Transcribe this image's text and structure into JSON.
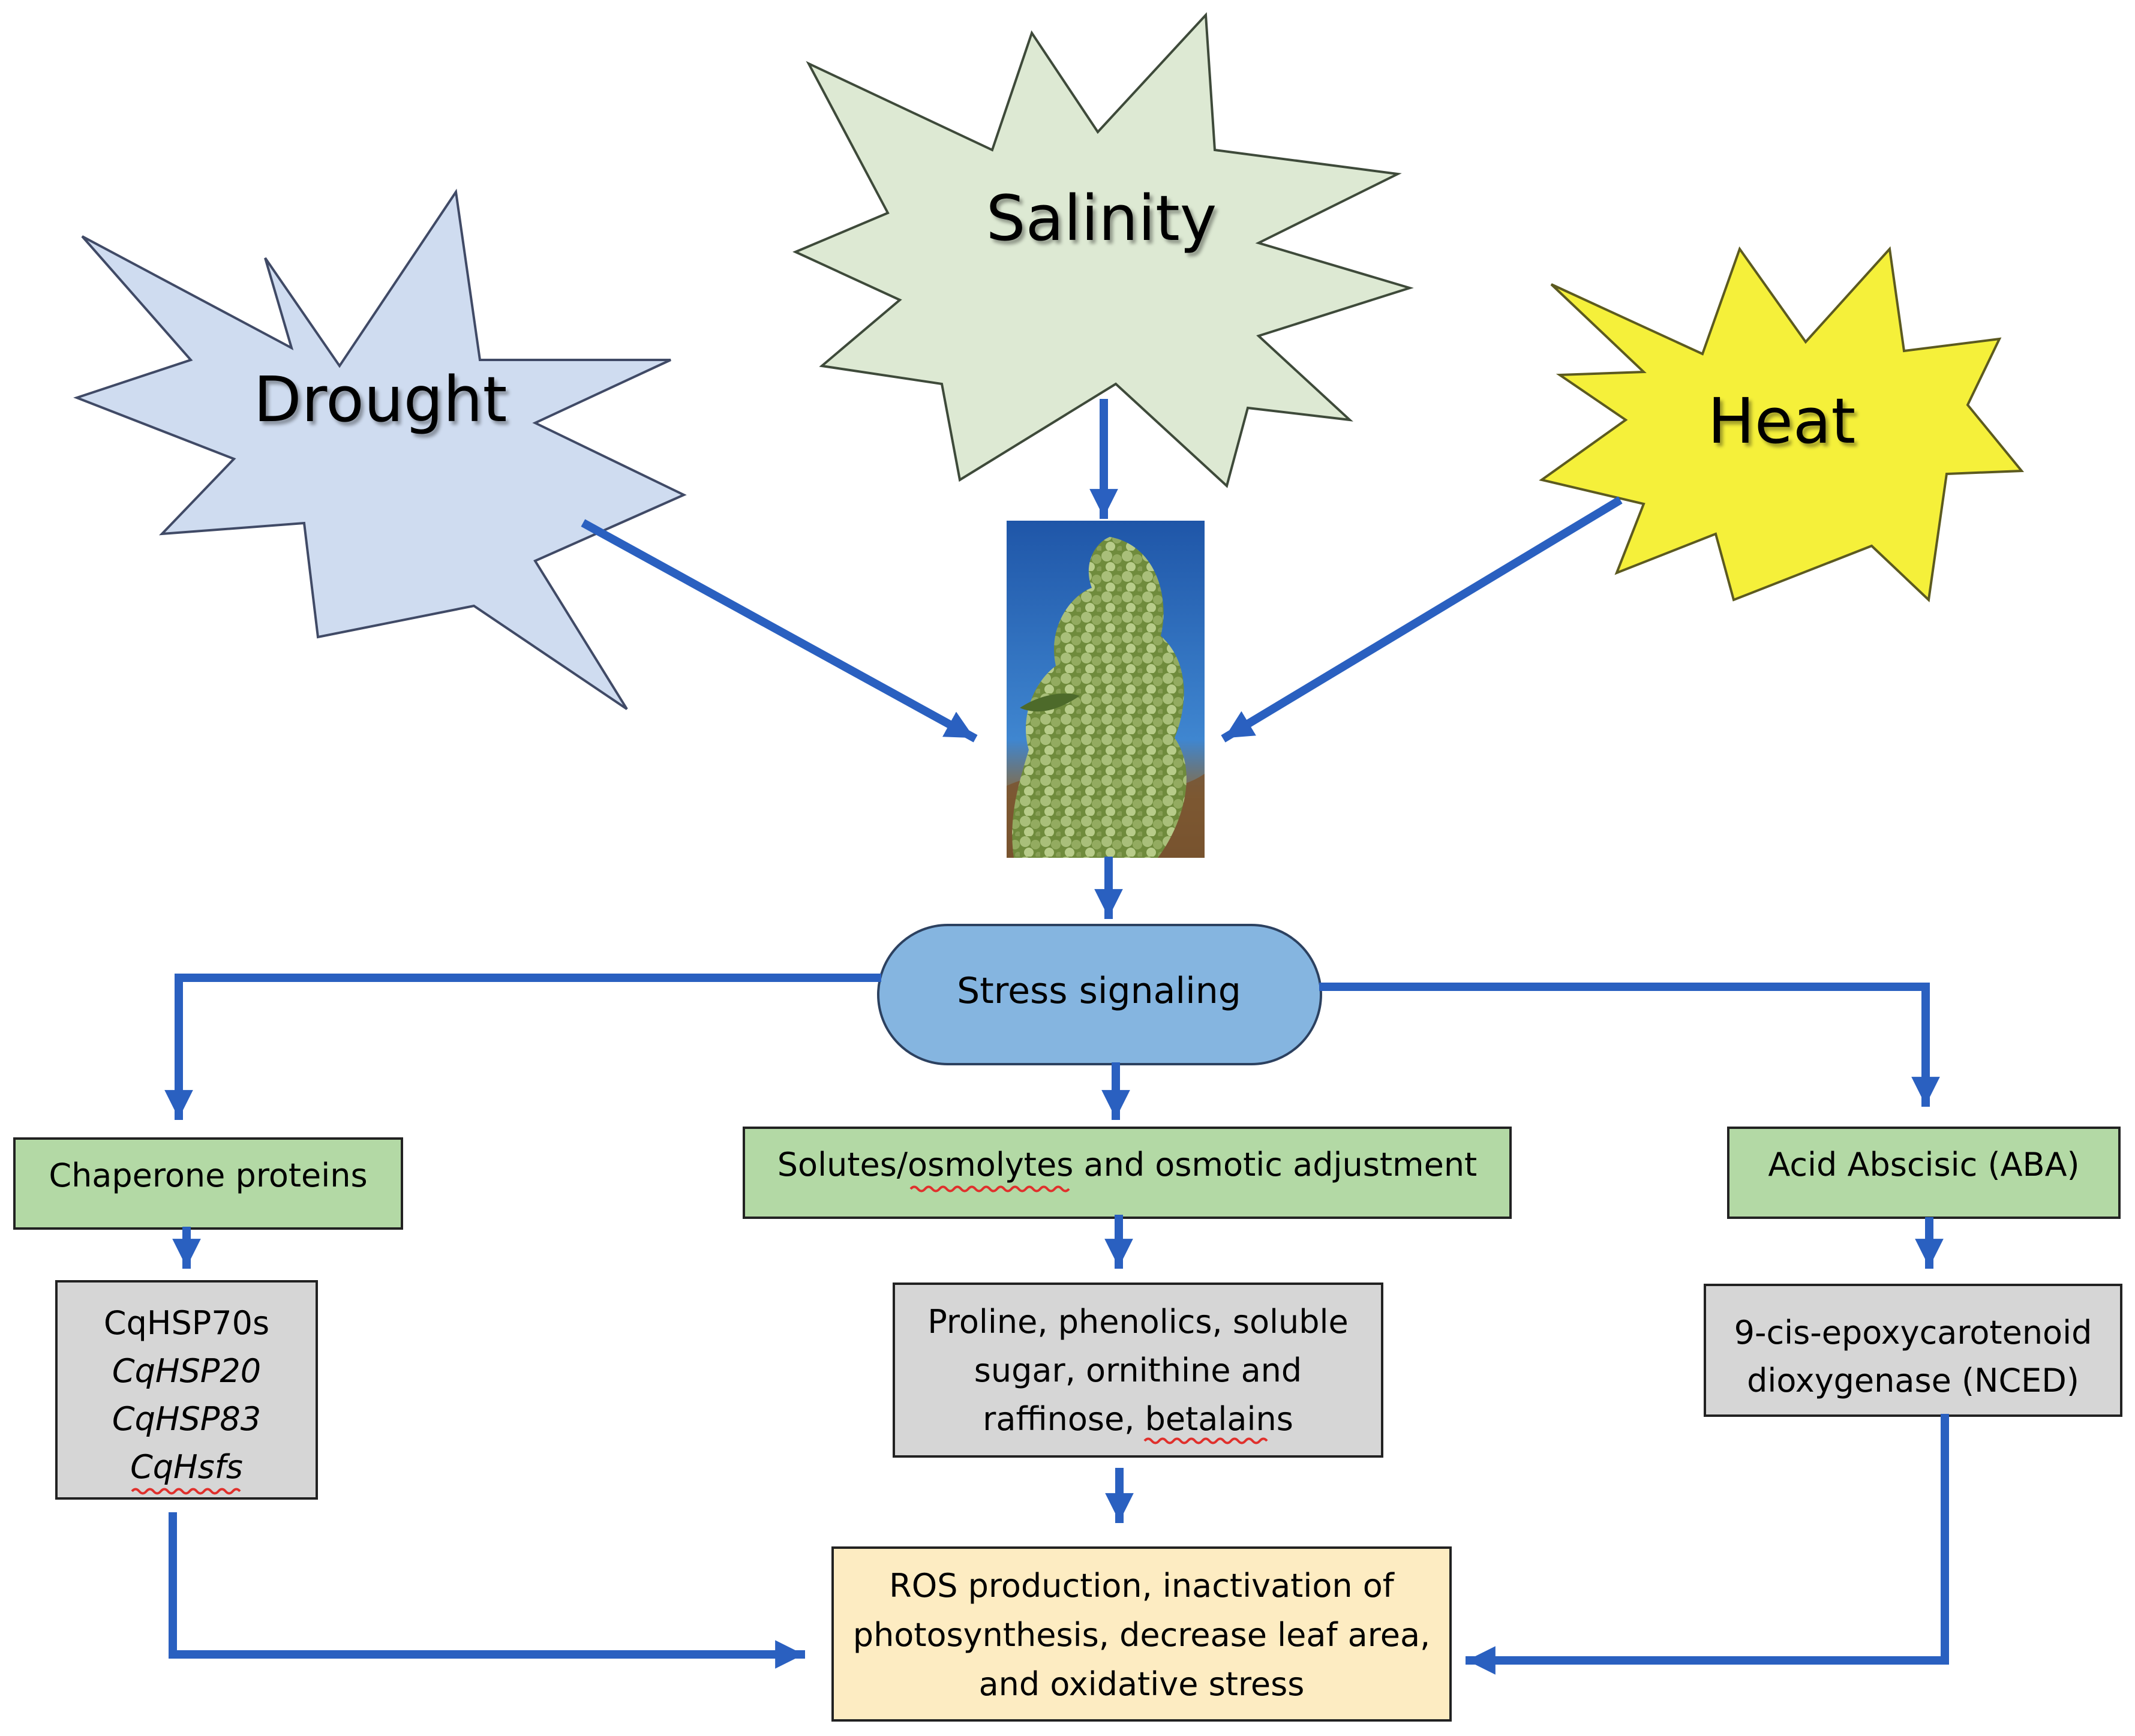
{
  "stresses": {
    "drought": {
      "label": "Drought",
      "fill": "#cfdcf0"
    },
    "salinity": {
      "label": "Salinity",
      "fill": "#dde9d3"
    },
    "heat": {
      "label": "Heat",
      "fill": "#f5f03a"
    }
  },
  "signaling": {
    "label": "Stress signaling",
    "fill": "#85b5e0"
  },
  "branches": {
    "chaperone": {
      "label": "Chaperone proteins"
    },
    "solutes": {
      "label": "Solutes/osmolytes and osmotic adjustment"
    },
    "aba": {
      "label": "Acid Abscisic (ABA)"
    }
  },
  "details": {
    "hsp": {
      "lines": [
        "CqHSP70s",
        "CqHSP20",
        "CqHSP83",
        "CqHsfs"
      ]
    },
    "osmolytes": {
      "lines": [
        "Proline, phenolics, soluble",
        "sugar, ornithine and",
        "raffinose, betalains"
      ]
    },
    "nced": {
      "lines": [
        "9-cis-epoxycarotenoid",
        "dioxygenase (NCED)"
      ]
    }
  },
  "outcome": {
    "lines": [
      "ROS production, inactivation of",
      "photosynthesis, decrease leaf area,",
      "and oxidative stress"
    ]
  },
  "colors": {
    "arrow": "#2a60c0",
    "green_box": "#b3d9a5",
    "gray_box": "#d6d6d6",
    "outcome_box": "#fdecc2",
    "spellcheck": "#e0302c"
  },
  "icons": {
    "plant_photo": "quinoa-plant-photo"
  }
}
